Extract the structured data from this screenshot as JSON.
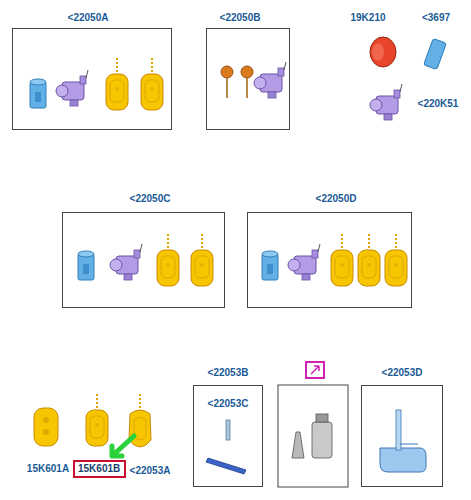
{
  "diagram": {
    "nodes": [
      {
        "text": [
          "<22050A"
        ]
      },
      {
        "text": [
          "<22050B"
        ]
      },
      {
        "text": [
          "<22050C"
        ]
      },
      {
        "text": [
          "<22050D"
        ]
      },
      {
        "text": [
          "<22053B",
          "<22053C"
        ]
      },
      {
        "text": [
          "<22053D"
        ]
      },
      {
        "text": [
          "15K601B"
        ]
      }
    ],
    "labels": [
      "19K210",
      "<3697",
      "<220K51",
      "15K601A",
      "<22053A"
    ]
  }
}
